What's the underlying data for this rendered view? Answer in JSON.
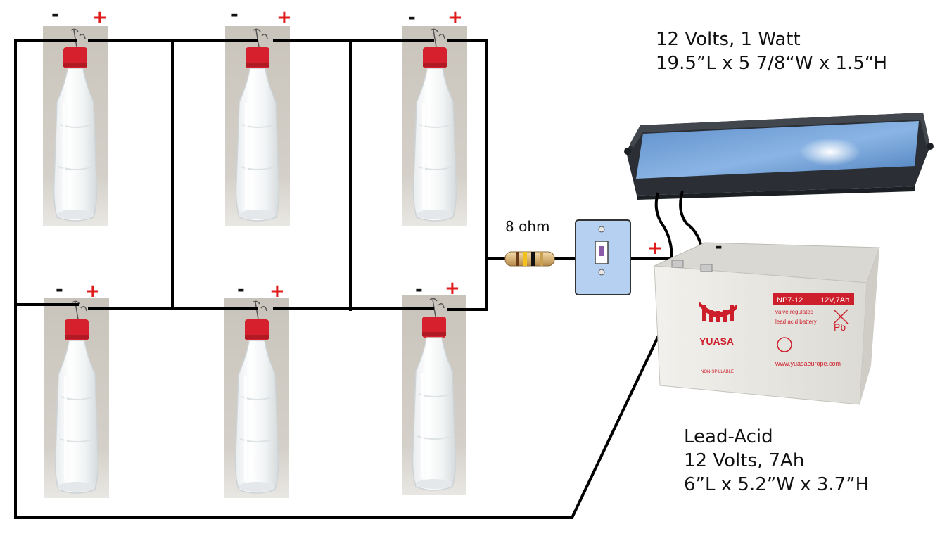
{
  "polarity": {
    "negative": "-",
    "positive": "+"
  },
  "solar_panel": {
    "spec_line_1": "12 Volts, 1 Watt",
    "spec_line_2": "19.5”L x 5 7/8“W x 1.5“H"
  },
  "resistor": {
    "label": "8 ohm"
  },
  "battery": {
    "type": "Lead-Acid",
    "spec_line_1": "12 Volts, 7Ah",
    "spec_line_2": "6”L x 5.2”W x 3.7”H",
    "brand": "YUASA",
    "model": "NP7-12",
    "rating": "12V,7Ah",
    "desc_1": "valve regulated",
    "desc_2": "lead acid battery",
    "website": "www.yuasaeurope.com",
    "non_spillable": "NON-SPILLABLE",
    "chem": "Pb"
  },
  "colors": {
    "wire": "#000000",
    "positive": "#e01b1b",
    "negative": "#111111",
    "bottle_cap": "#d6202d",
    "switch_plate": "#b6d0f2",
    "battery_body": "#ecebe6",
    "battery_red": "#cc1f2b",
    "solar_cell": "#6ea0d8"
  }
}
